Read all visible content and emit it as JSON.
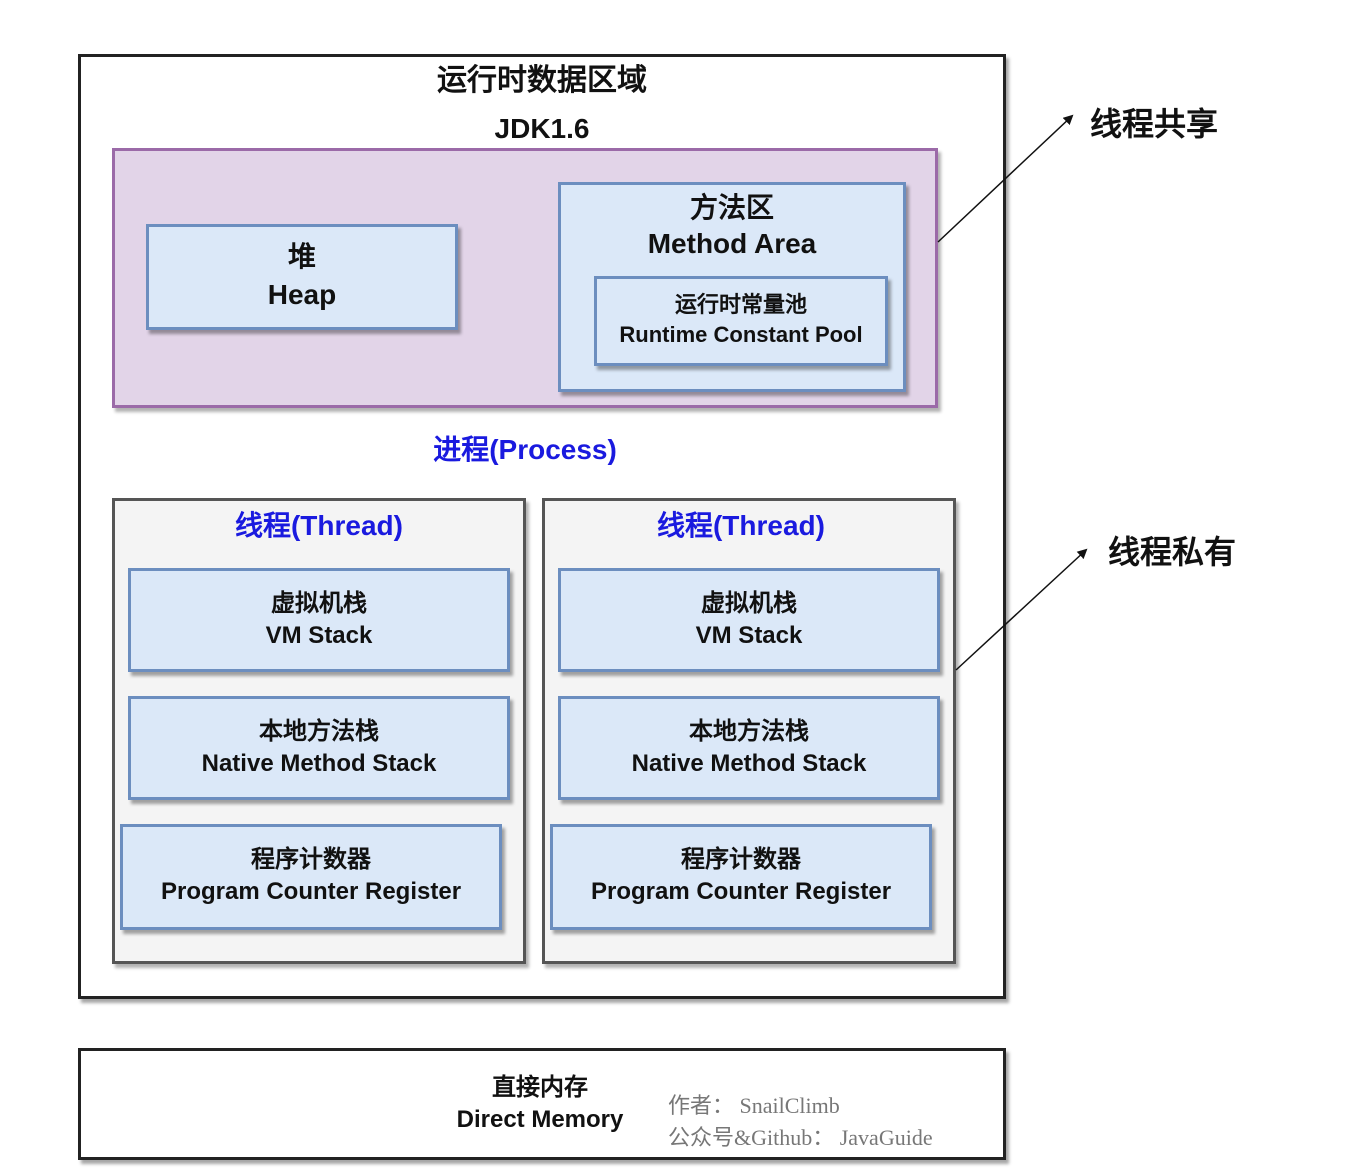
{
  "runtime_area": {
    "title": "运行时数据区域",
    "subtitle": "JDK1.6"
  },
  "heap": {
    "cn": "堆",
    "en": "Heap"
  },
  "method_area": {
    "cn": "方法区",
    "en": "Method Area",
    "constant_pool": {
      "cn": "运行时常量池",
      "en": "Runtime Constant Pool"
    }
  },
  "process_label": "进程(Process)",
  "threads": [
    {
      "title": "线程(Thread)",
      "vm_stack": {
        "cn": "虚拟机栈",
        "en": "VM Stack"
      },
      "native_stack": {
        "cn": "本地方法栈",
        "en": "Native Method Stack"
      },
      "pc_register": {
        "cn": "程序计数器",
        "en": "Program Counter Register"
      }
    },
    {
      "title": "线程(Thread)",
      "vm_stack": {
        "cn": "虚拟机栈",
        "en": "VM Stack"
      },
      "native_stack": {
        "cn": "本地方法栈",
        "en": "Native Method Stack"
      },
      "pc_register": {
        "cn": "程序计数器",
        "en": "Program Counter Register"
      }
    }
  ],
  "annotations": {
    "shared": "线程共享",
    "private": "线程私有"
  },
  "direct_memory": {
    "cn": "直接内存",
    "en": "Direct Memory"
  },
  "credit": {
    "author": "作者： SnailClimb",
    "account": "公众号&Github： JavaGuide"
  },
  "colors": {
    "shared_fill": "#e2d4e8",
    "shared_border": "#9b6aa8",
    "box_fill": "#dbe8f8",
    "box_border": "#6c8ebf",
    "thread_fill": "#f4f4f4",
    "process_text": "#1a1adf"
  }
}
